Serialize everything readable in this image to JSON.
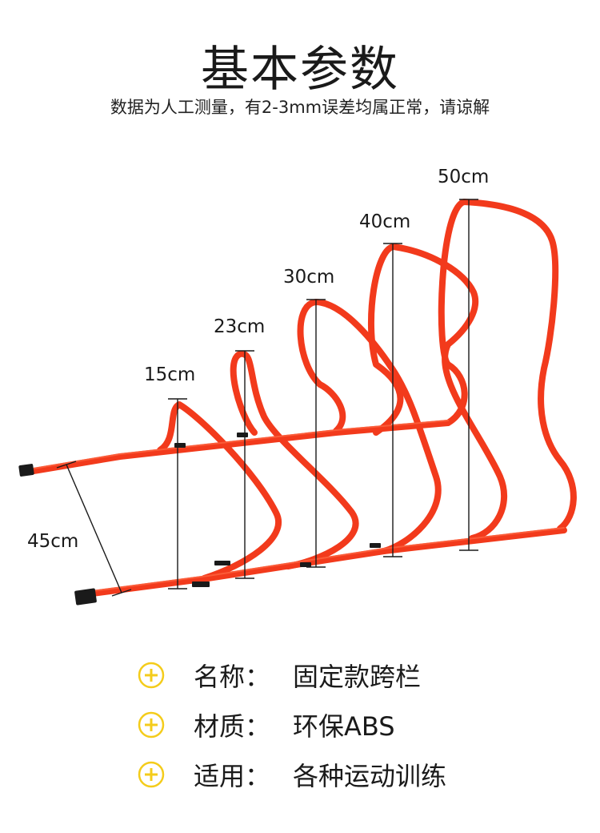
{
  "header": {
    "title": "基本参数",
    "subtitle": "数据为人工测量，有2-3mm误差均属正常，请谅解"
  },
  "dimensions": {
    "heights": [
      "15cm",
      "23cm",
      "30cm",
      "40cm",
      "50cm"
    ],
    "width": "45cm"
  },
  "specs": [
    {
      "label": "名称：",
      "value": "固定款跨栏"
    },
    {
      "label": "材质：",
      "value": "环保ABS"
    },
    {
      "label": "适用：",
      "value": "各种运动训练"
    }
  ],
  "colors": {
    "hurdle": "#f23a1c",
    "hurdle_highlight": "#ff6a45",
    "end_cap": "#1a1a1a",
    "plus_icon": "#f4cc1b",
    "text": "#1a1a1a"
  },
  "icons": {
    "spec_bullet": "plus-circle-icon"
  }
}
